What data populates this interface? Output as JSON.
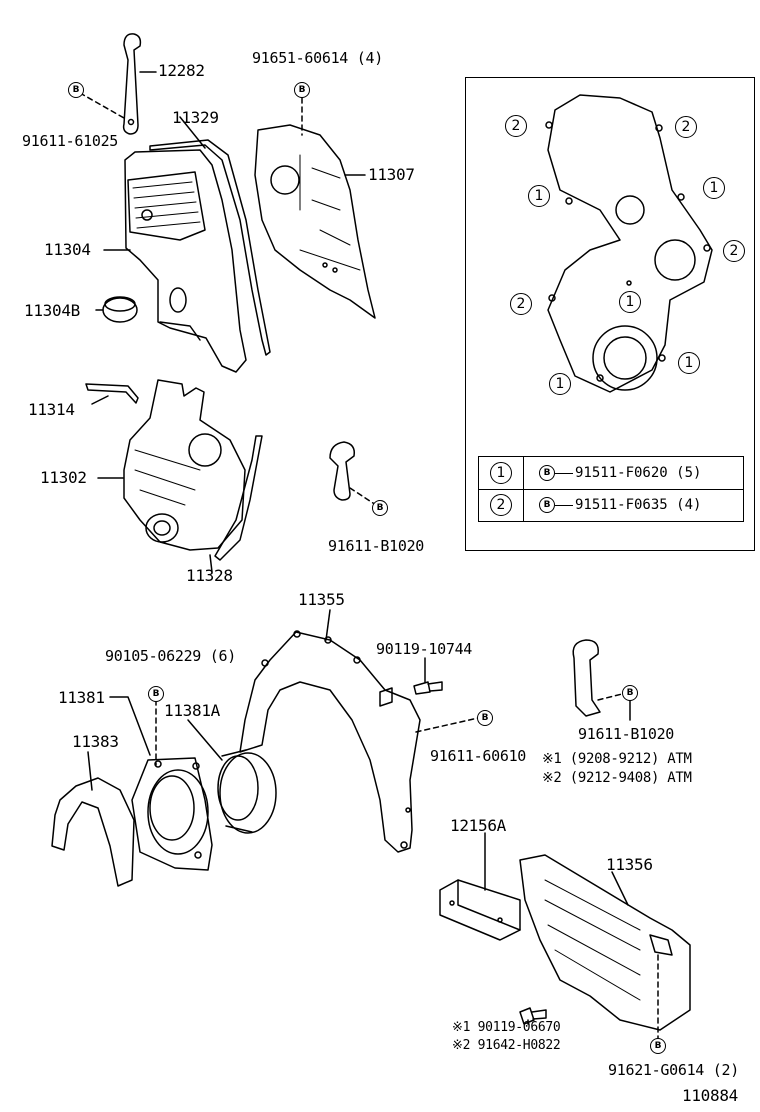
{
  "diagram": {
    "parts": {
      "p12282": "12282",
      "p91611_61025": "91611-61025",
      "p11329": "11329",
      "p91651_60614": "91651-60614 (4)",
      "p11307": "11307",
      "p11304": "11304",
      "p11304B": "11304B",
      "p11314": "11314",
      "p11302": "11302",
      "p11328": "11328",
      "p91611_B1020_a": "91611-B1020",
      "p11355": "11355",
      "p90105_06229": "90105-06229 (6)",
      "p90119_10744": "90119-10744",
      "p11381": "11381",
      "p11381A": "11381A",
      "p11383": "11383",
      "p91611_60610": "91611-60610",
      "p91611_B1020_b": "91611-B1020",
      "p12156A": "12156A",
      "p11356": "11356",
      "p90119_06670": "※1 90119-06670",
      "p91642_H0822": "※2 91642-H0822",
      "p91621_G0614": "91621-G0614 (2)"
    },
    "notes": {
      "note1": "※1  (9208-9212) ATM",
      "note2": "※2  (9212-9408) ATM"
    },
    "bolt_symbol": "B",
    "inset": {
      "markers": [
        "2",
        "2",
        "1",
        "1",
        "2",
        "2",
        "1",
        "1",
        "1"
      ],
      "legend": [
        {
          "key": "1",
          "part": "91511-F0620 (5)"
        },
        {
          "key": "2",
          "part": "91511-F0635 (4)"
        }
      ]
    },
    "figure_number": "110884"
  }
}
